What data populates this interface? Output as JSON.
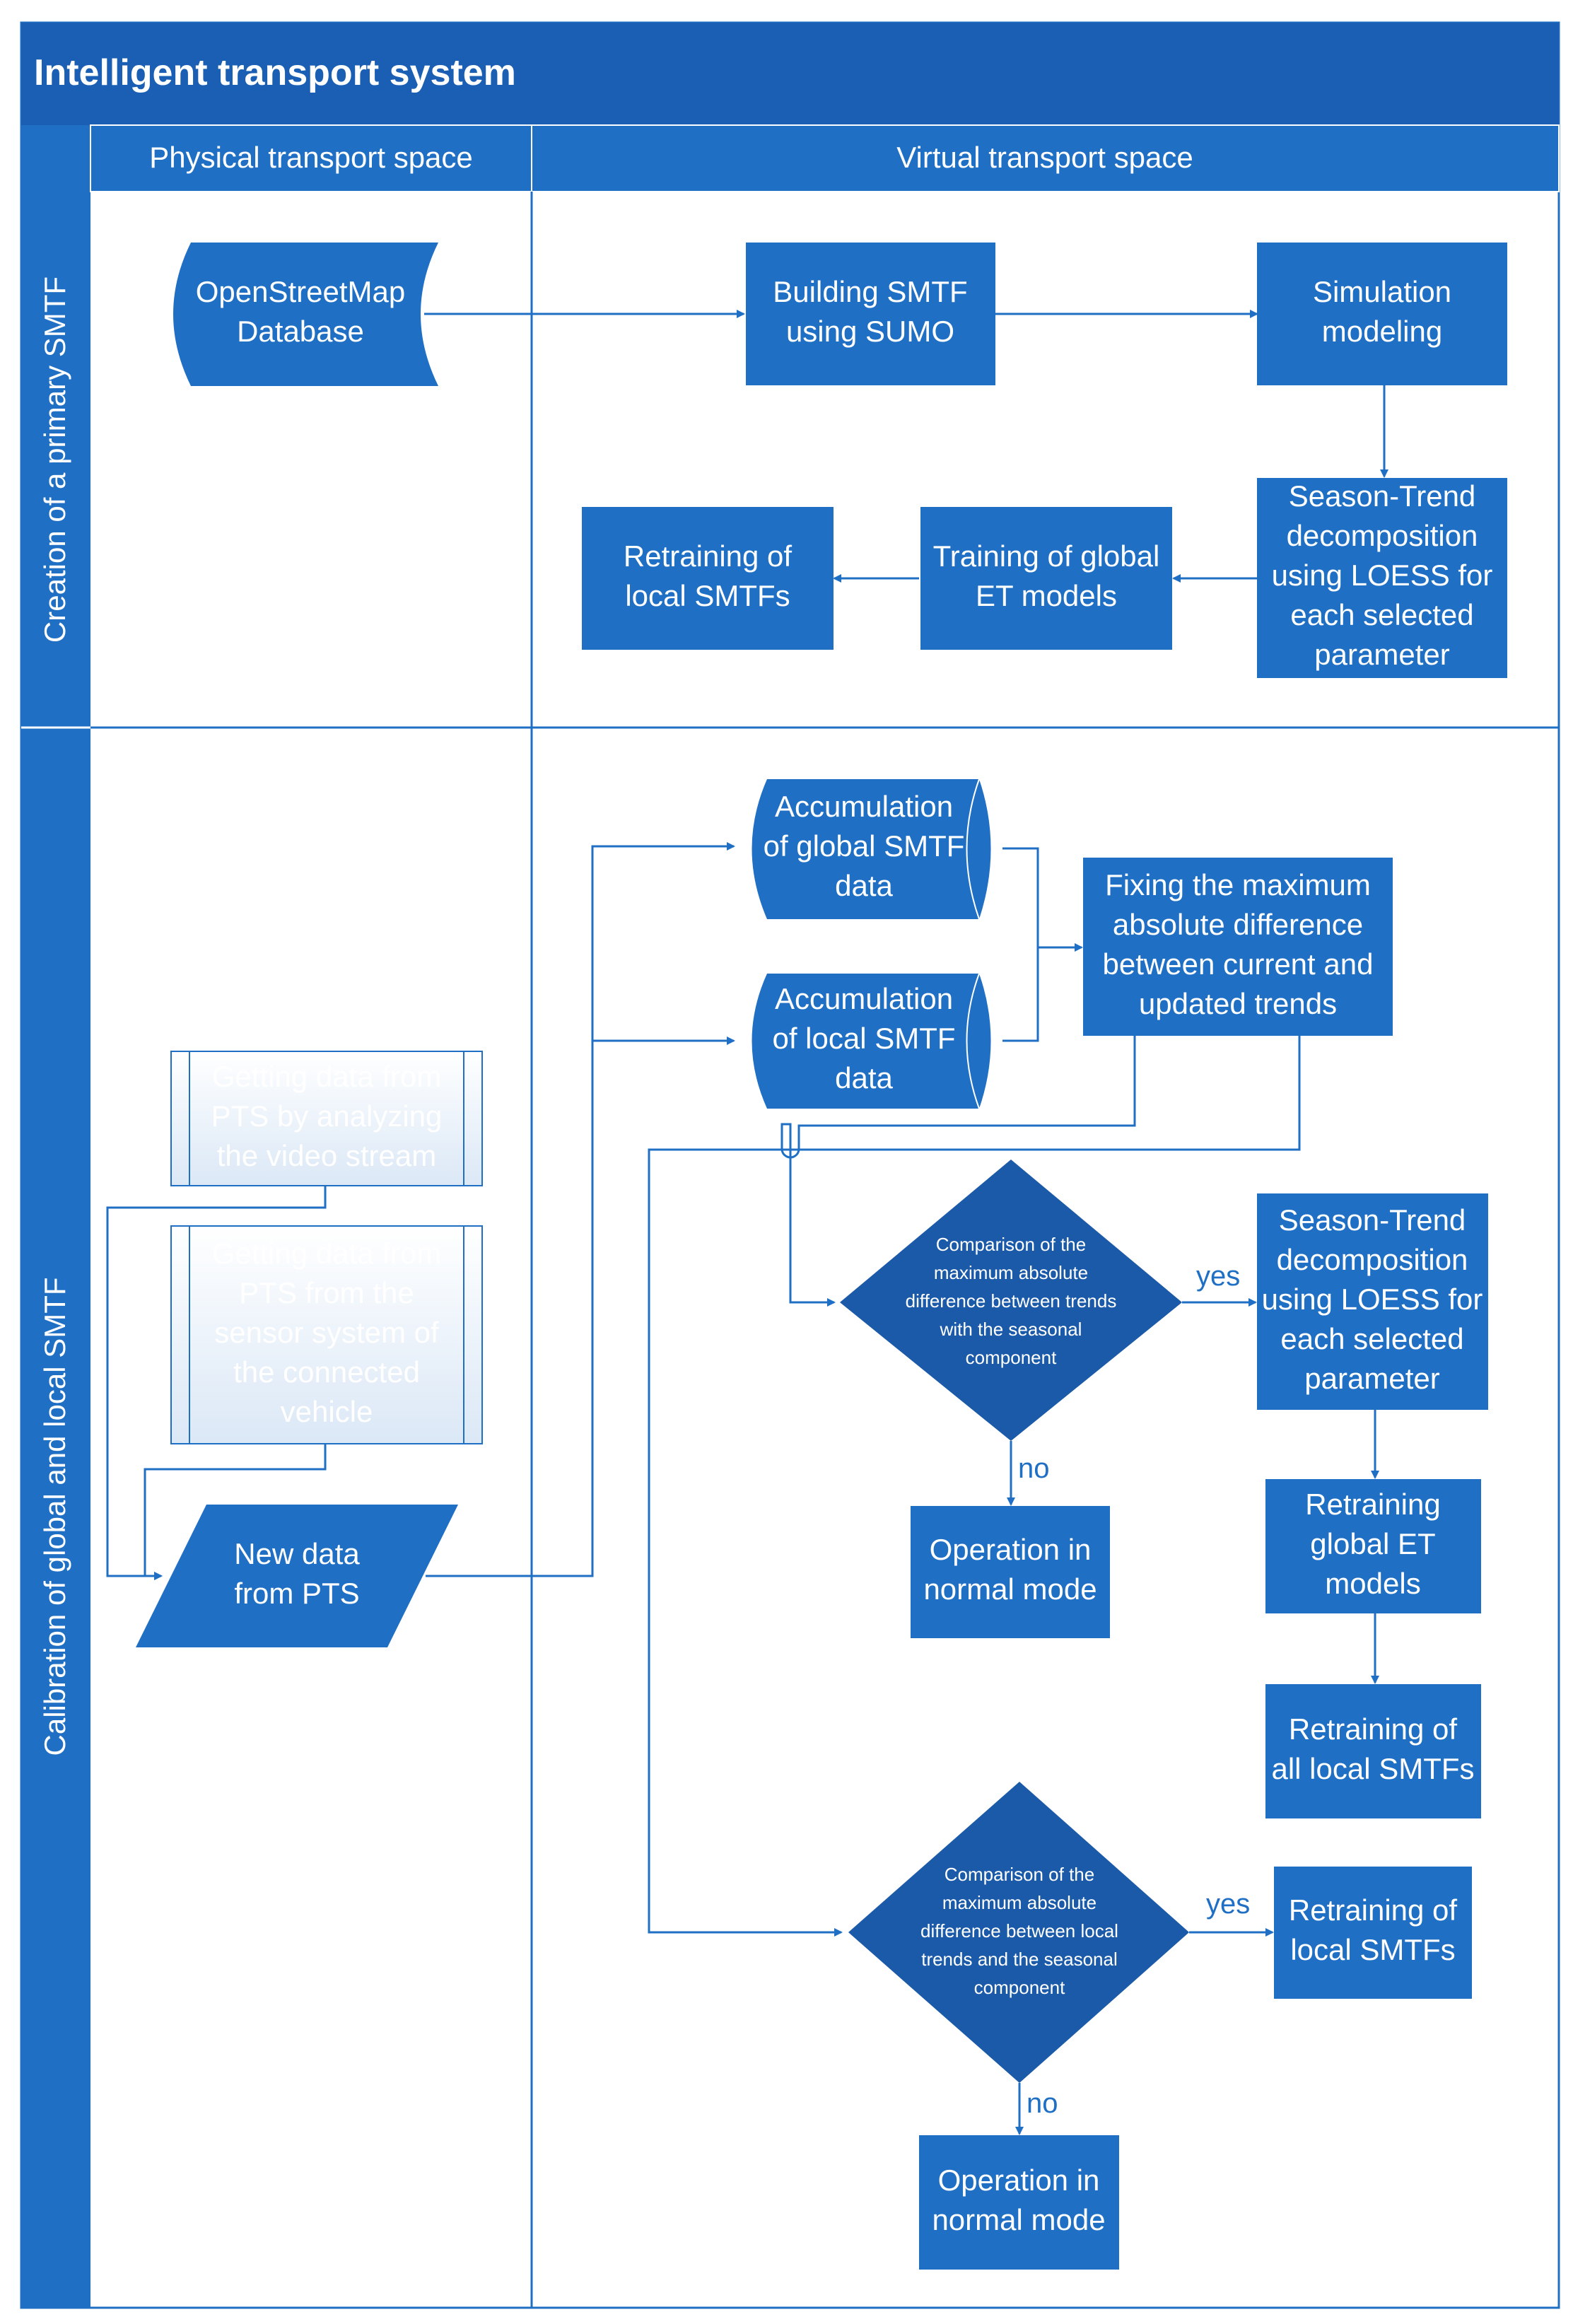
{
  "title": "Intelligent transport system",
  "columns": {
    "physical": "Physical transport space",
    "virtual": "Virtual transport space"
  },
  "lanes": {
    "lane1": "Creation of a primary SMTF",
    "lane2": "Calibration of global and local SMTF"
  },
  "nodes": {
    "osm": [
      "OpenStreetMap",
      "Database"
    ],
    "build": [
      "Building SMTF",
      "using SUMO"
    ],
    "sim": [
      "Simulation",
      "modeling"
    ],
    "stl1": [
      "Season-Trend",
      "decomposition",
      "using LOESS for",
      "each selected",
      "parameter"
    ],
    "train_global": [
      "Training of global",
      "ET models"
    ],
    "retrain_local1": [
      "Retraining of",
      "local SMTFs"
    ],
    "acc_global": [
      "Accumulation",
      "of global SMTF",
      "data"
    ],
    "acc_local": [
      "Accumulation",
      "of local SMTF",
      "data"
    ],
    "fix": [
      "Fixing the maximum",
      "absolute difference",
      "between current and",
      "updated trends"
    ],
    "video": [
      "Getting data from",
      "PTS by analyzing",
      "the video stream"
    ],
    "sensor": [
      "Getting data from",
      "PTS from the",
      "sensor system of",
      "the connected",
      "vehicle"
    ],
    "newdata": [
      "New data",
      "from PTS"
    ],
    "dec1": [
      "Comparison of the",
      "maximum absolute",
      "difference between trends",
      "with the seasonal",
      "component"
    ],
    "stl2": [
      "Season-Trend",
      "decomposition",
      "using LOESS for",
      "each selected",
      "parameter"
    ],
    "op1": [
      "Operation in",
      "normal mode"
    ],
    "retrain_global": [
      "Retraining",
      "global ET",
      "models"
    ],
    "retrain_all": [
      "Retraining of",
      "all local SMTFs"
    ],
    "dec2": [
      "Comparison of the",
      "maximum absolute",
      "difference between local",
      "trends and the seasonal",
      "component"
    ],
    "retrain_local2": [
      "Retraining of",
      "local SMTFs"
    ],
    "op2": [
      "Operation in",
      "normal mode"
    ]
  },
  "edge_labels": {
    "yes1": "yes",
    "no1": "no",
    "yes2": "yes",
    "no2": "no"
  },
  "colors": {
    "primary": "#1f6fc5",
    "title_bar": "#1a5fb4",
    "decision": "#1b5aa8",
    "text_on_blue": "#ffffff"
  }
}
